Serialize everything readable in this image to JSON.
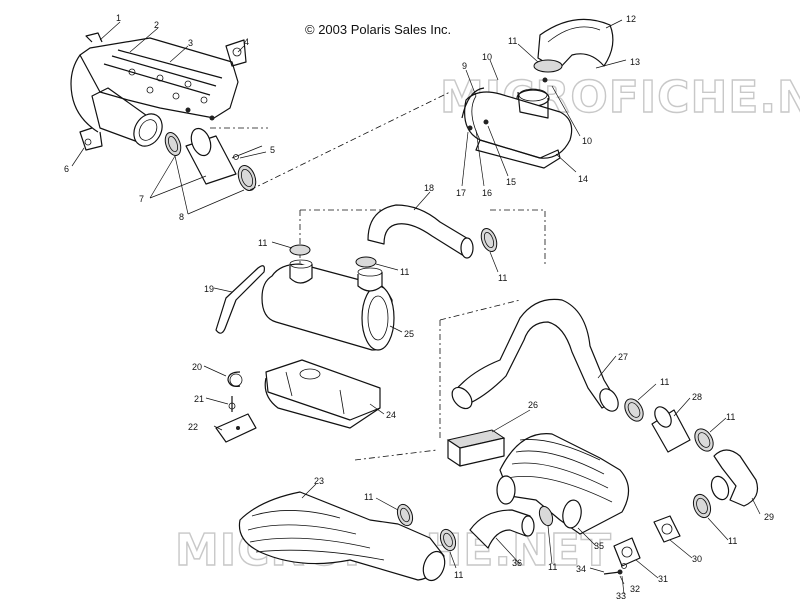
{
  "copyright": "© 2003 Polaris Sales Inc.",
  "watermark_text": "MICROFICHE.NET",
  "callouts": [
    {
      "id": "c1",
      "text": "1"
    },
    {
      "id": "c2",
      "text": "2"
    },
    {
      "id": "c3",
      "text": "3"
    },
    {
      "id": "c4",
      "text": "4"
    },
    {
      "id": "c5",
      "text": "5"
    },
    {
      "id": "c6",
      "text": "6"
    },
    {
      "id": "c7",
      "text": "7"
    },
    {
      "id": "c8",
      "text": "8"
    },
    {
      "id": "c9",
      "text": "9"
    },
    {
      "id": "c10a",
      "text": "10"
    },
    {
      "id": "c10b",
      "text": "10"
    },
    {
      "id": "c11a",
      "text": "11"
    },
    {
      "id": "c12",
      "text": "12"
    },
    {
      "id": "c13",
      "text": "13"
    },
    {
      "id": "c14",
      "text": "14"
    },
    {
      "id": "c15",
      "text": "15"
    },
    {
      "id": "c16",
      "text": "16"
    },
    {
      "id": "c17",
      "text": "17"
    },
    {
      "id": "c18",
      "text": "18"
    },
    {
      "id": "c11b",
      "text": "11"
    },
    {
      "id": "c11c",
      "text": "11"
    },
    {
      "id": "c11d",
      "text": "11"
    },
    {
      "id": "c19",
      "text": "19"
    },
    {
      "id": "c25",
      "text": "25"
    },
    {
      "id": "c20",
      "text": "20"
    },
    {
      "id": "c21",
      "text": "21"
    },
    {
      "id": "c22",
      "text": "22"
    },
    {
      "id": "c24",
      "text": "24"
    },
    {
      "id": "c27",
      "text": "27"
    },
    {
      "id": "c11e",
      "text": "11"
    },
    {
      "id": "c26",
      "text": "26"
    },
    {
      "id": "c28",
      "text": "28"
    },
    {
      "id": "c11f",
      "text": "11"
    },
    {
      "id": "c23",
      "text": "23"
    },
    {
      "id": "c11g",
      "text": "11"
    },
    {
      "id": "c29",
      "text": "29"
    },
    {
      "id": "c35",
      "text": "35"
    },
    {
      "id": "c11h",
      "text": "11"
    },
    {
      "id": "c36",
      "text": "36"
    },
    {
      "id": "c11i",
      "text": "11"
    },
    {
      "id": "c30",
      "text": "30"
    },
    {
      "id": "c11j",
      "text": "11"
    },
    {
      "id": "c34",
      "text": "34"
    },
    {
      "id": "c31",
      "text": "31"
    },
    {
      "id": "c32",
      "text": "32"
    },
    {
      "id": "c33",
      "text": "33"
    }
  ]
}
